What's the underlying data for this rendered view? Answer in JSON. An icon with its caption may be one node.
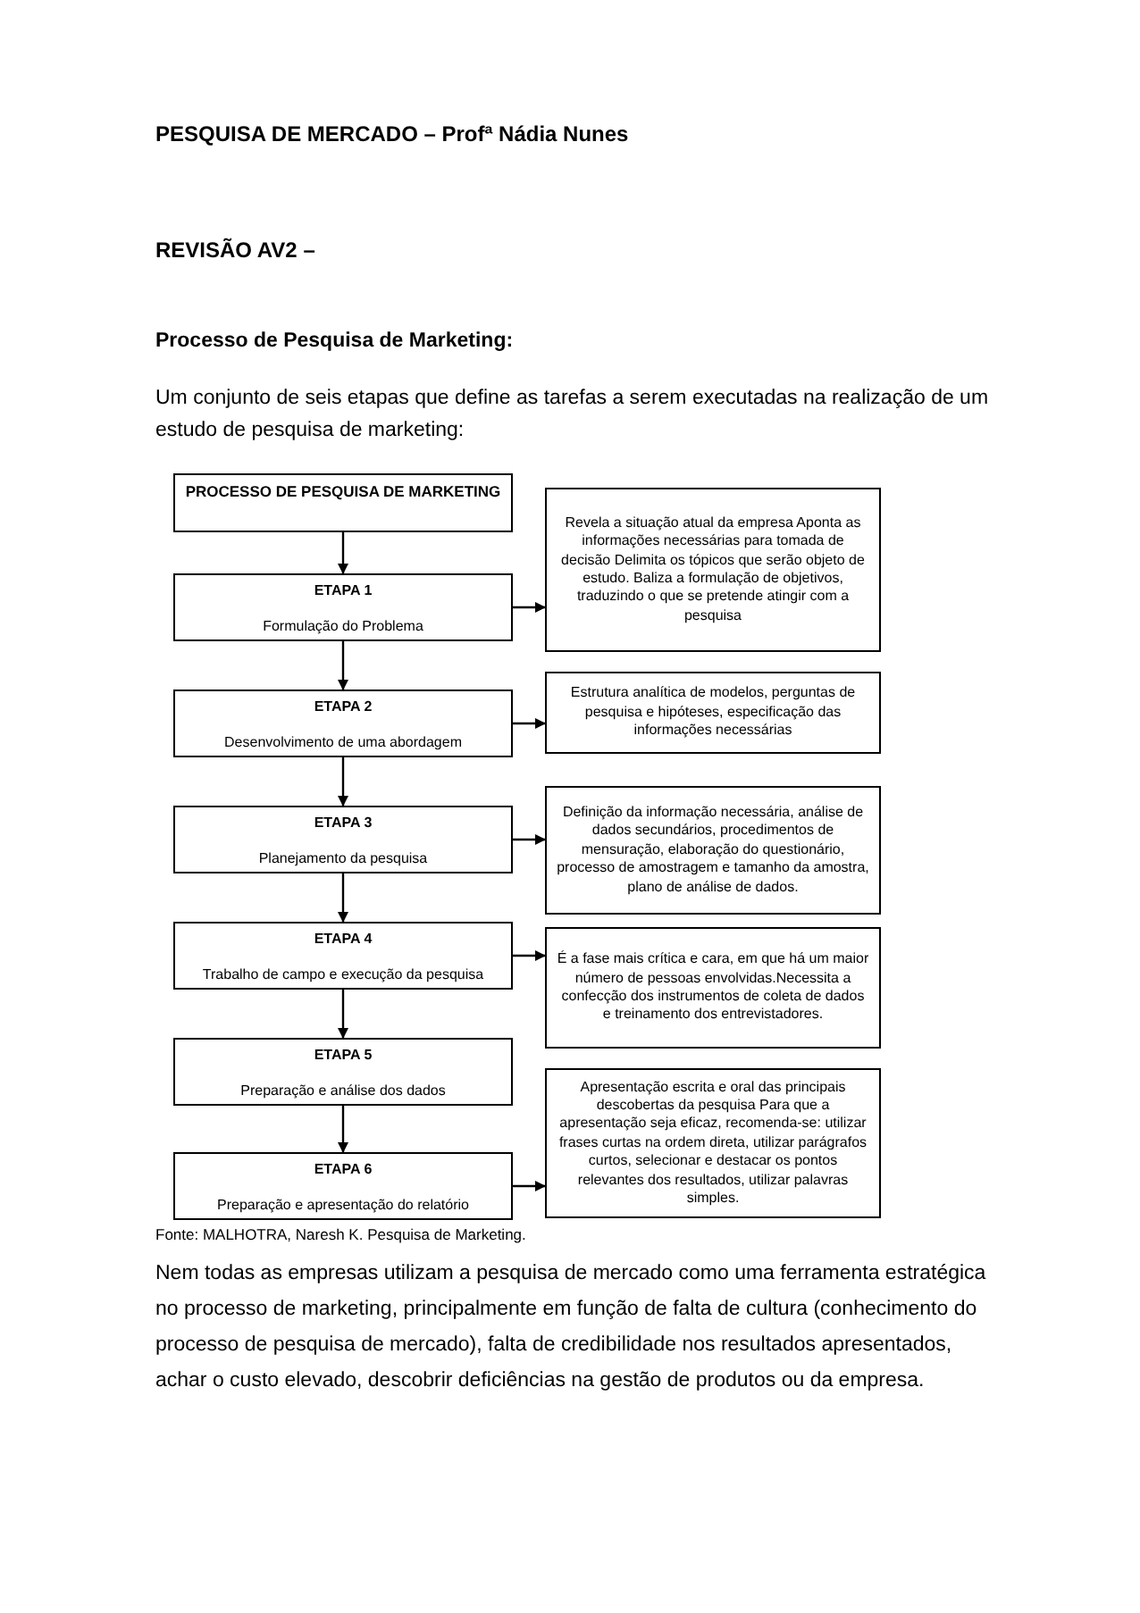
{
  "diagram": {
    "title": "PESQUISA DE MERCADO – Profª Nádia Nunes",
    "caption": "Fonte: MALHOTRA, Naresh K. Pesquisa de Marketing.",
    "nodes": [
      {
        "text": [
          "PROCESSO DE PESQUISA DE MARKETING"
        ]
      },
      {
        "text": [
          "ETAPA 1",
          "Formulação do Problema"
        ]
      },
      {
        "text": [
          "ETAPA 2",
          "Desenvolvimento de uma abordagem"
        ]
      },
      {
        "text": [
          "ETAPA 3",
          "Planejamento da pesquisa"
        ]
      },
      {
        "text": [
          "ETAPA 4",
          "Trabalho de campo e execução da pesquisa"
        ]
      },
      {
        "text": [
          "ETAPA 5",
          "Preparação e análise dos dados"
        ]
      },
      {
        "text": [
          "ETAPA 6",
          "Preparação e apresentação do relatório"
        ]
      },
      {
        "text": [
          "Revela a situação atual da empresa Aponta as informações necessárias para tomada de decisão Delimita os tópicos que serão objeto de estudo. Baliza a formulação de objetivos, traduzindo o que se pretende atingir com a pesquisa"
        ]
      },
      {
        "text": [
          "Estrutura analítica de modelos, perguntas de pesquisa e hipóteses, especificação das informações necessárias"
        ]
      },
      {
        "text": [
          "Definição da informação necessária, análise de dados secundários, procedimentos de mensuração, elaboração do questionário, processo de amostragem e tamanho da amostra, plano de análise de dados."
        ]
      },
      {
        "text": [
          "É a fase mais crítica e cara, em que há um maior número de pessoas envolvidas.Necessita a confecção dos instrumentos de coleta de dados e treinamento dos entrevistadores."
        ]
      },
      {
        "text": [
          "Apresentação escrita e oral das principais descobertas da pesquisa Para que a apresentação seja eficaz, recomenda-se: utilizar frases curtas na ordem direta, utilizar parágrafos curtos, selecionar e destacar os pontos relevantes dos resultados, utilizar palavras simples."
        ]
      }
    ],
    "edges": [
      {
        "from": 0,
        "to": 1,
        "arrow": "to"
      },
      {
        "from": 1,
        "to": 2,
        "arrow": "to"
      },
      {
        "from": 2,
        "to": 3,
        "arrow": "to"
      },
      {
        "from": 3,
        "to": 4,
        "arrow": "to"
      },
      {
        "from": 4,
        "to": 5,
        "arrow": "to"
      },
      {
        "from": 5,
        "to": 6,
        "arrow": "to"
      },
      {
        "from": 1,
        "to": 7,
        "arrow": "to"
      },
      {
        "from": 2,
        "to": 8,
        "arrow": "to"
      },
      {
        "from": 3,
        "to": 9,
        "arrow": "to"
      },
      {
        "from": 4,
        "to": 10,
        "arrow": "to"
      },
      {
        "from": 6,
        "to": 11,
        "arrow": "to"
      }
    ],
    "labels": [
      "REVISÃO AV2 –",
      "Processo de Pesquisa de Marketing:",
      "Um conjunto de seis etapas que define as tarefas a serem executadas na realização de um estudo de pesquisa de marketing:",
      "Nem todas as empresas utilizam a pesquisa de mercado como uma ferramenta estratégica no processo de marketing, principalmente em função de falta de cultura (conhecimento do processo de pesquisa de mercado), falta de credibilidade nos resultados apresentados, achar o custo elevado, descobrir deficiências na gestão de produtos ou da empresa."
    ]
  }
}
